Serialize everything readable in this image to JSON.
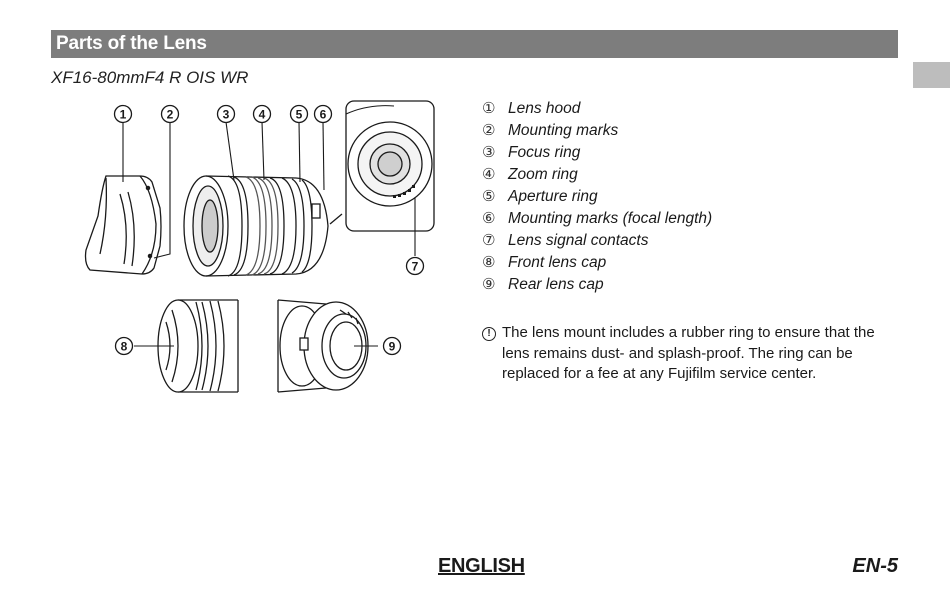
{
  "header": {
    "title": "Parts of the Lens"
  },
  "model": "XF16-80mmF4 R OIS WR",
  "illustration": {
    "callouts": [
      "1",
      "2",
      "3",
      "4",
      "5",
      "6",
      "7",
      "8",
      "9"
    ]
  },
  "parts": [
    {
      "num": "①",
      "label": "Lens hood"
    },
    {
      "num": "②",
      "label": "Mounting marks"
    },
    {
      "num": "③",
      "label": "Focus ring"
    },
    {
      "num": "④",
      "label": "Zoom ring"
    },
    {
      "num": "⑤",
      "label": "Aperture ring"
    },
    {
      "num": "⑥",
      "label": "Mounting marks (focal length)"
    },
    {
      "num": "⑦",
      "label": "Lens signal contacts"
    },
    {
      "num": "⑧",
      "label": "Front lens cap"
    },
    {
      "num": "⑨",
      "label": "Rear lens cap"
    }
  ],
  "note": {
    "icon": "caution-icon",
    "icon_glyph": "!",
    "text": "The lens mount includes a rubber ring to ensure that the lens remains dust- and splash-proof. The ring can be replaced for a fee at any Fujifilm service center."
  },
  "footer": {
    "language": "ENGLISH",
    "page": "EN-5"
  }
}
